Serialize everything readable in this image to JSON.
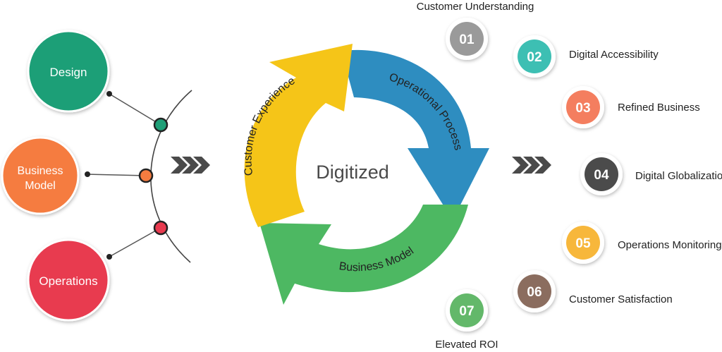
{
  "left_nodes": [
    {
      "label_lines": [
        "Design"
      ],
      "color": "#1f9f77"
    },
    {
      "label_lines": [
        "Business",
        "Model"
      ],
      "color": "#f57c40"
    },
    {
      "label_lines": [
        "Operations"
      ],
      "color": "#e83a4f"
    }
  ],
  "cycle": {
    "center_label": "Digitized",
    "segments": [
      {
        "label": "Customer Experience",
        "color": "#f5c518"
      },
      {
        "label": "Operational Process",
        "color": "#2e8dc0"
      },
      {
        "label": "Business Model",
        "color": "#4db862"
      }
    ]
  },
  "right_items": [
    {
      "number": "01",
      "label": "Customer Understanding",
      "color": "#9a9a9a"
    },
    {
      "number": "02",
      "label": "Digital Accessibility",
      "color": "#3dbfb3"
    },
    {
      "number": "03",
      "label": "Refined Business",
      "color": "#f47e5e"
    },
    {
      "number": "04",
      "label": "Digital Globalization",
      "color": "#4b4b4b"
    },
    {
      "number": "05",
      "label": "Operations Monitoring",
      "color": "#f7b73a"
    },
    {
      "number": "06",
      "label": "Customer Satisfaction",
      "color": "#8b6d5f"
    },
    {
      "number": "07",
      "label": "Elevated ROI",
      "color": "#63b86a"
    }
  ],
  "colors": {
    "connector_line": "#555555",
    "chevron": "#4a4a4a",
    "dot_green": "#1f9f77",
    "dot_orange": "#f57c40",
    "dot_red": "#e83a4f"
  }
}
